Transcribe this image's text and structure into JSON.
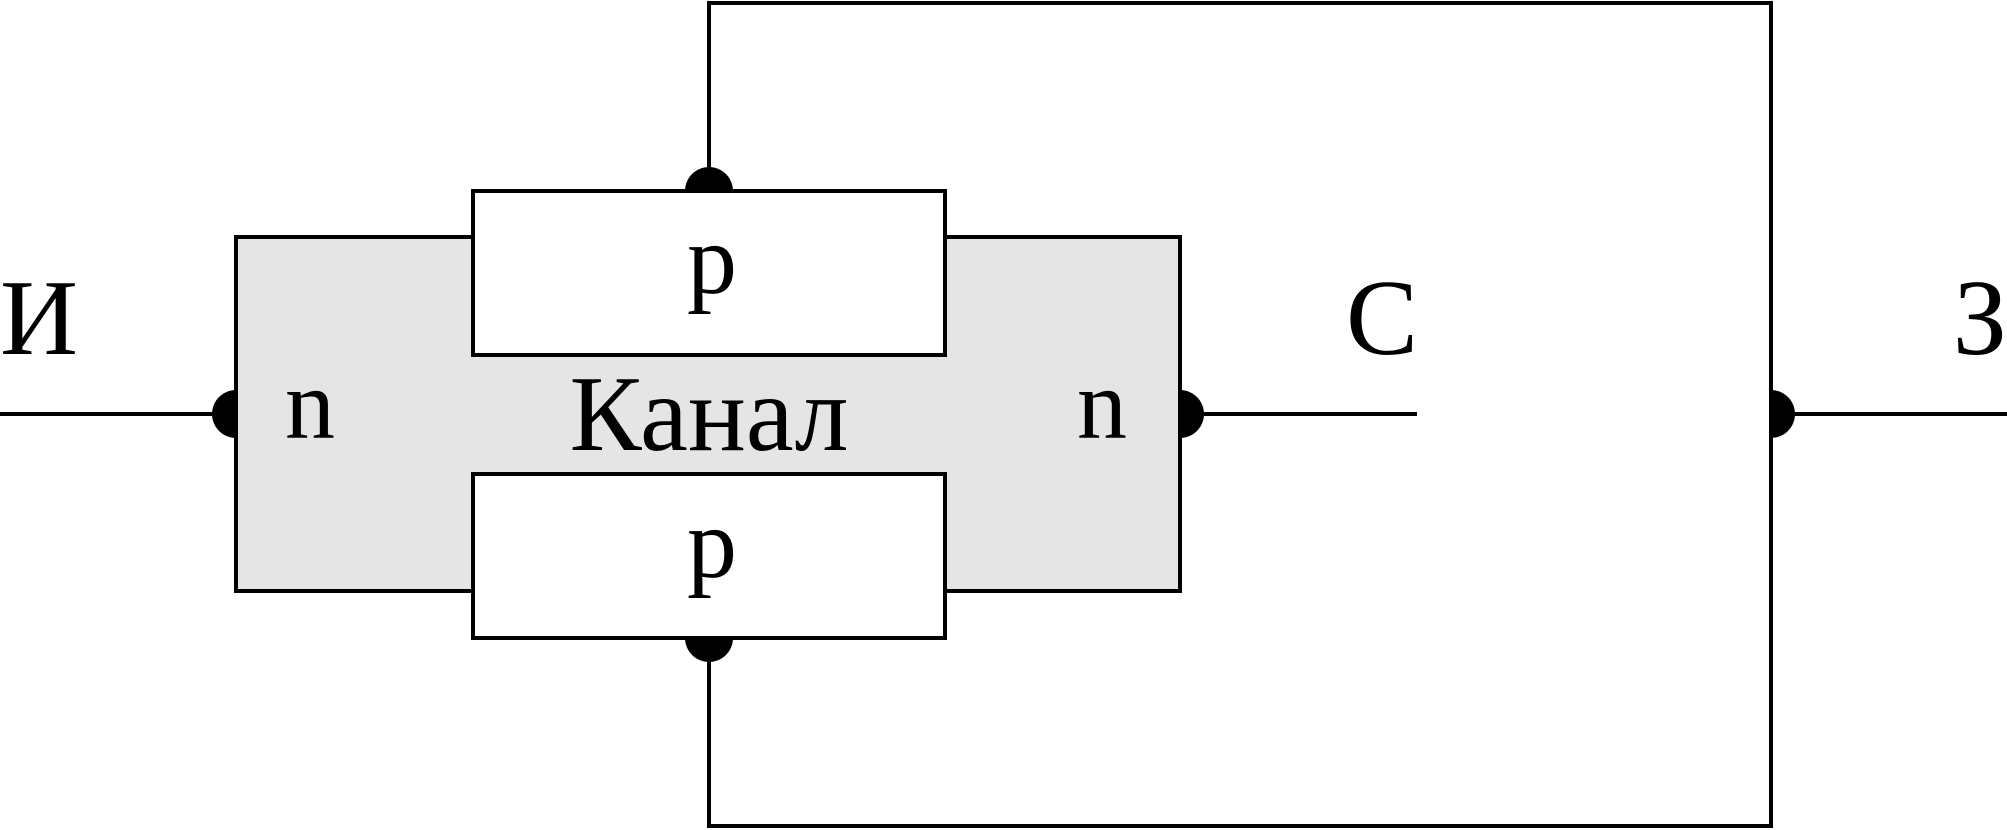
{
  "labels": {
    "source": "И",
    "drain": "С",
    "gate": "З",
    "channel": "Канал",
    "channel_left_type": "n",
    "channel_right_type": "n",
    "gate_top_type": "p",
    "gate_bottom_type": "p"
  },
  "colors": {
    "channel_fill": "#e5e5e5",
    "gate_fill": "#ffffff",
    "line": "#000000",
    "background": "#ffffff"
  }
}
